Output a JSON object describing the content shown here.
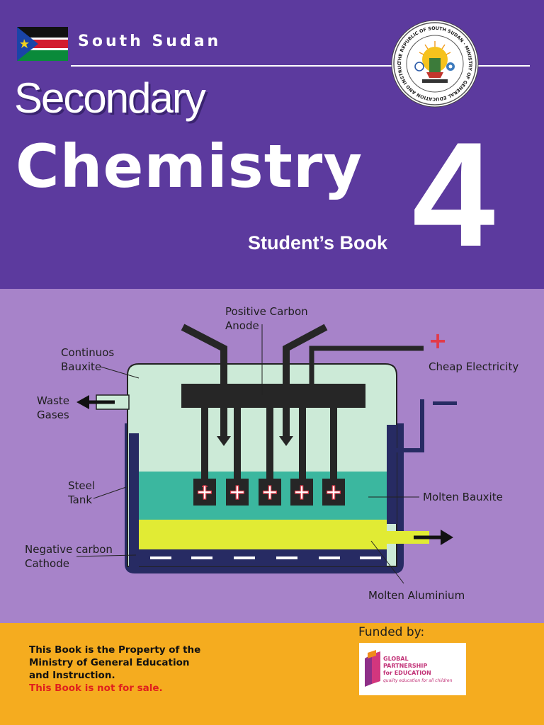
{
  "header": {
    "country": "South Sudan",
    "seal_text": "THE REPUBLIC OF SOUTH SUDAN · MINISTRY OF GENERAL EDUCATION AND INSTRUCTION",
    "series": "Secondary",
    "subject": "Chemistry",
    "grade": "4",
    "book_type": "Student’s Book"
  },
  "diagram": {
    "labels": {
      "anode": "Positive Carbon Anode",
      "bauxite_in": "Continuos Bauxite",
      "electricity": "Cheap Electricity",
      "waste": "Waste Gases",
      "tank": "Steel Tank",
      "molten_bauxite": "Molten Bauxite",
      "cathode": "Negative carbon Cathode",
      "aluminium": "Molten Aluminium"
    },
    "symbols": {
      "plus": "+",
      "minus": "−"
    },
    "colors": {
      "electrolyte": "#ccead7",
      "bauxite_layer": "#3bb79f",
      "aluminium_layer": "#e1eb34",
      "tank": "#272b63",
      "electrode": "#262626",
      "plus": "#e23a48"
    }
  },
  "footer": {
    "property_lines": [
      "This Book is the Property of the",
      "Ministry of General Education",
      "and Instruction."
    ],
    "not_for_sale": "This Book is not for sale.",
    "funded_by": "Funded by:",
    "gpe_lines": [
      "GLOBAL",
      "PARTNERSHIP",
      "for EDUCATION"
    ],
    "gpe_tagline": "quality education for all children"
  }
}
